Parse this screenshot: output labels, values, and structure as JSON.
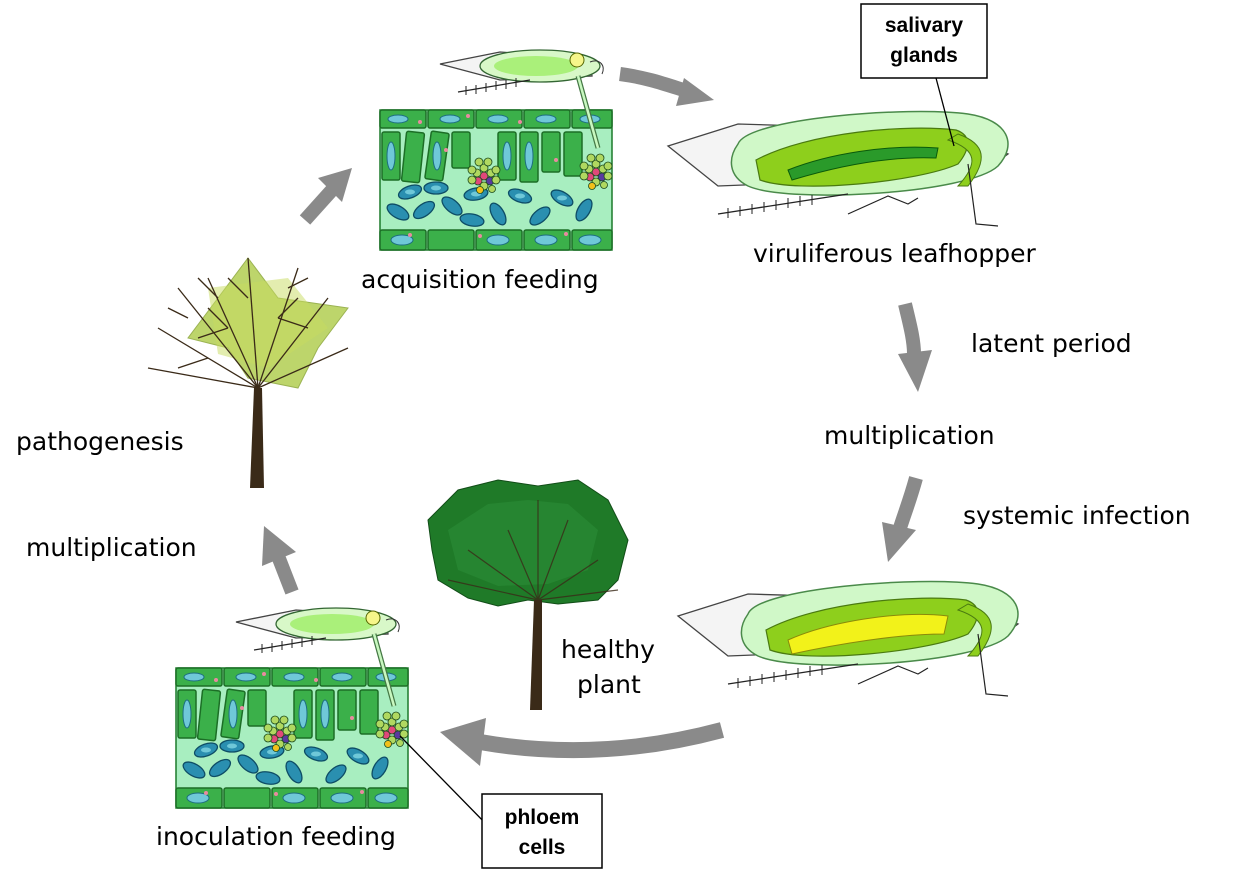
{
  "labels": {
    "acquisition_feeding": "acquisition feeding",
    "viruliferous_leafhopper": "viruliferous leafhopper",
    "latent_period": "latent period",
    "multiplication_right": "multiplication",
    "systemic_infection": "systemic infection",
    "healthy_plant_line1": "healthy",
    "healthy_plant_line2": "plant",
    "inoculation_feeding": "inoculation feeding",
    "pathogenesis": "pathogenesis",
    "multiplication_left": "multiplication"
  },
  "callouts": {
    "salivary_glands_line1": "salivary",
    "salivary_glands_line2": "glands",
    "phloem_cells_line1": "phloem",
    "phloem_cells_line2": "cells"
  },
  "colors": {
    "arrow": "#8a8a8a",
    "leaf_green": "#33a33a",
    "leaf_light": "#a8eec0",
    "cell_blue": "#2a8fb0",
    "healthy_tree": "#1f6e26",
    "diseased_leaf": "#a8c83a",
    "trunk": "#3a2a18",
    "insect_body": "#c8f5c0",
    "gland_yellow": "#f2f21a"
  }
}
